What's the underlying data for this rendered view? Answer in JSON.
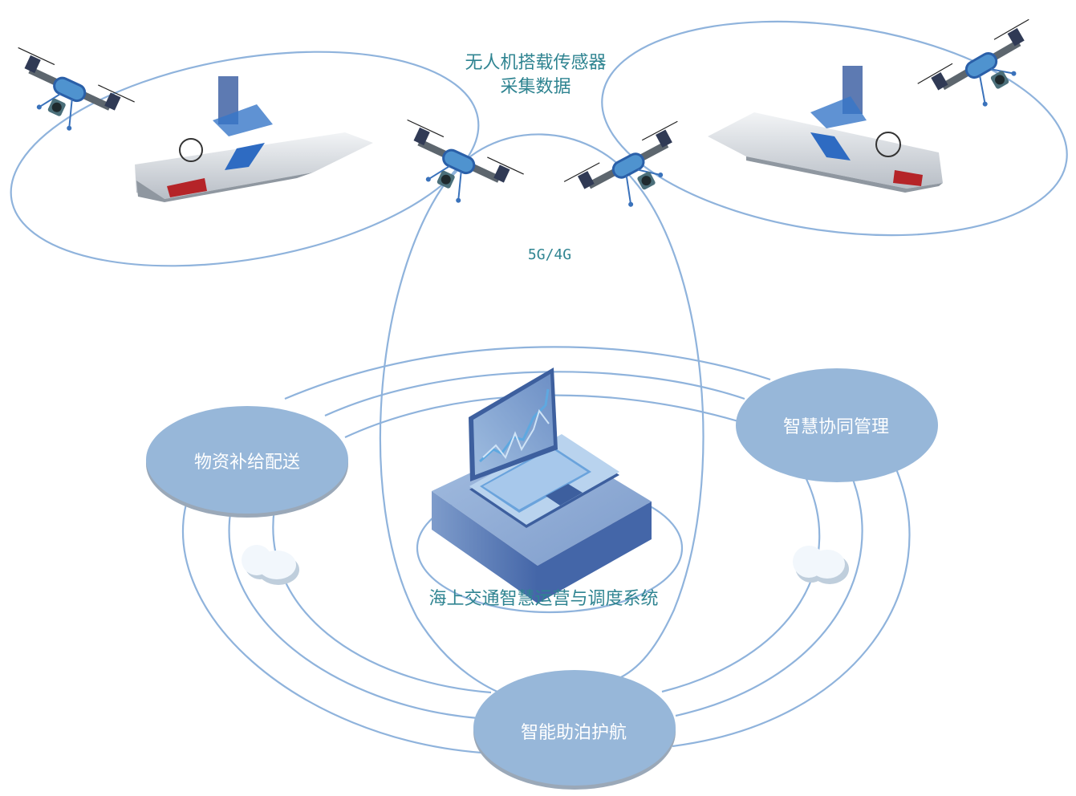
{
  "diagram": {
    "title": "海上交通智慧运营与调度系统",
    "top_caption_line1": "无人机搭载传感器",
    "top_caption_line2": "采集数据",
    "network_label": "5G/4G",
    "center_system": {
      "label": "海上交通智慧运营与调度系统",
      "icon": "laptop-on-platform"
    },
    "nodes": [
      {
        "id": "supply",
        "label": "物资补给配送"
      },
      {
        "id": "collab",
        "label": "智慧协同管理"
      },
      {
        "id": "berthing",
        "label": "智能助泊护航"
      }
    ],
    "vessels": [
      {
        "id": "boat-left",
        "icon": "unmanned-boat"
      },
      {
        "id": "boat-right",
        "icon": "unmanned-boat"
      }
    ],
    "drones": [
      {
        "id": "drone-top-left",
        "icon": "drone"
      },
      {
        "id": "drone-center-left",
        "icon": "drone"
      },
      {
        "id": "drone-center-right",
        "icon": "drone"
      },
      {
        "id": "drone-top-right",
        "icon": "drone"
      }
    ],
    "clouds": [
      {
        "id": "cloud-left",
        "icon": "cloud"
      },
      {
        "id": "cloud-right",
        "icon": "cloud"
      }
    ],
    "colors": {
      "line": "#8fb3dc",
      "node_fill": "#97b7d9",
      "node_shadow": "#9aa8b8",
      "text_teal": "#2f8491",
      "laptop_dark": "#3d5f9e",
      "laptop_light": "#b9d3ee"
    }
  }
}
